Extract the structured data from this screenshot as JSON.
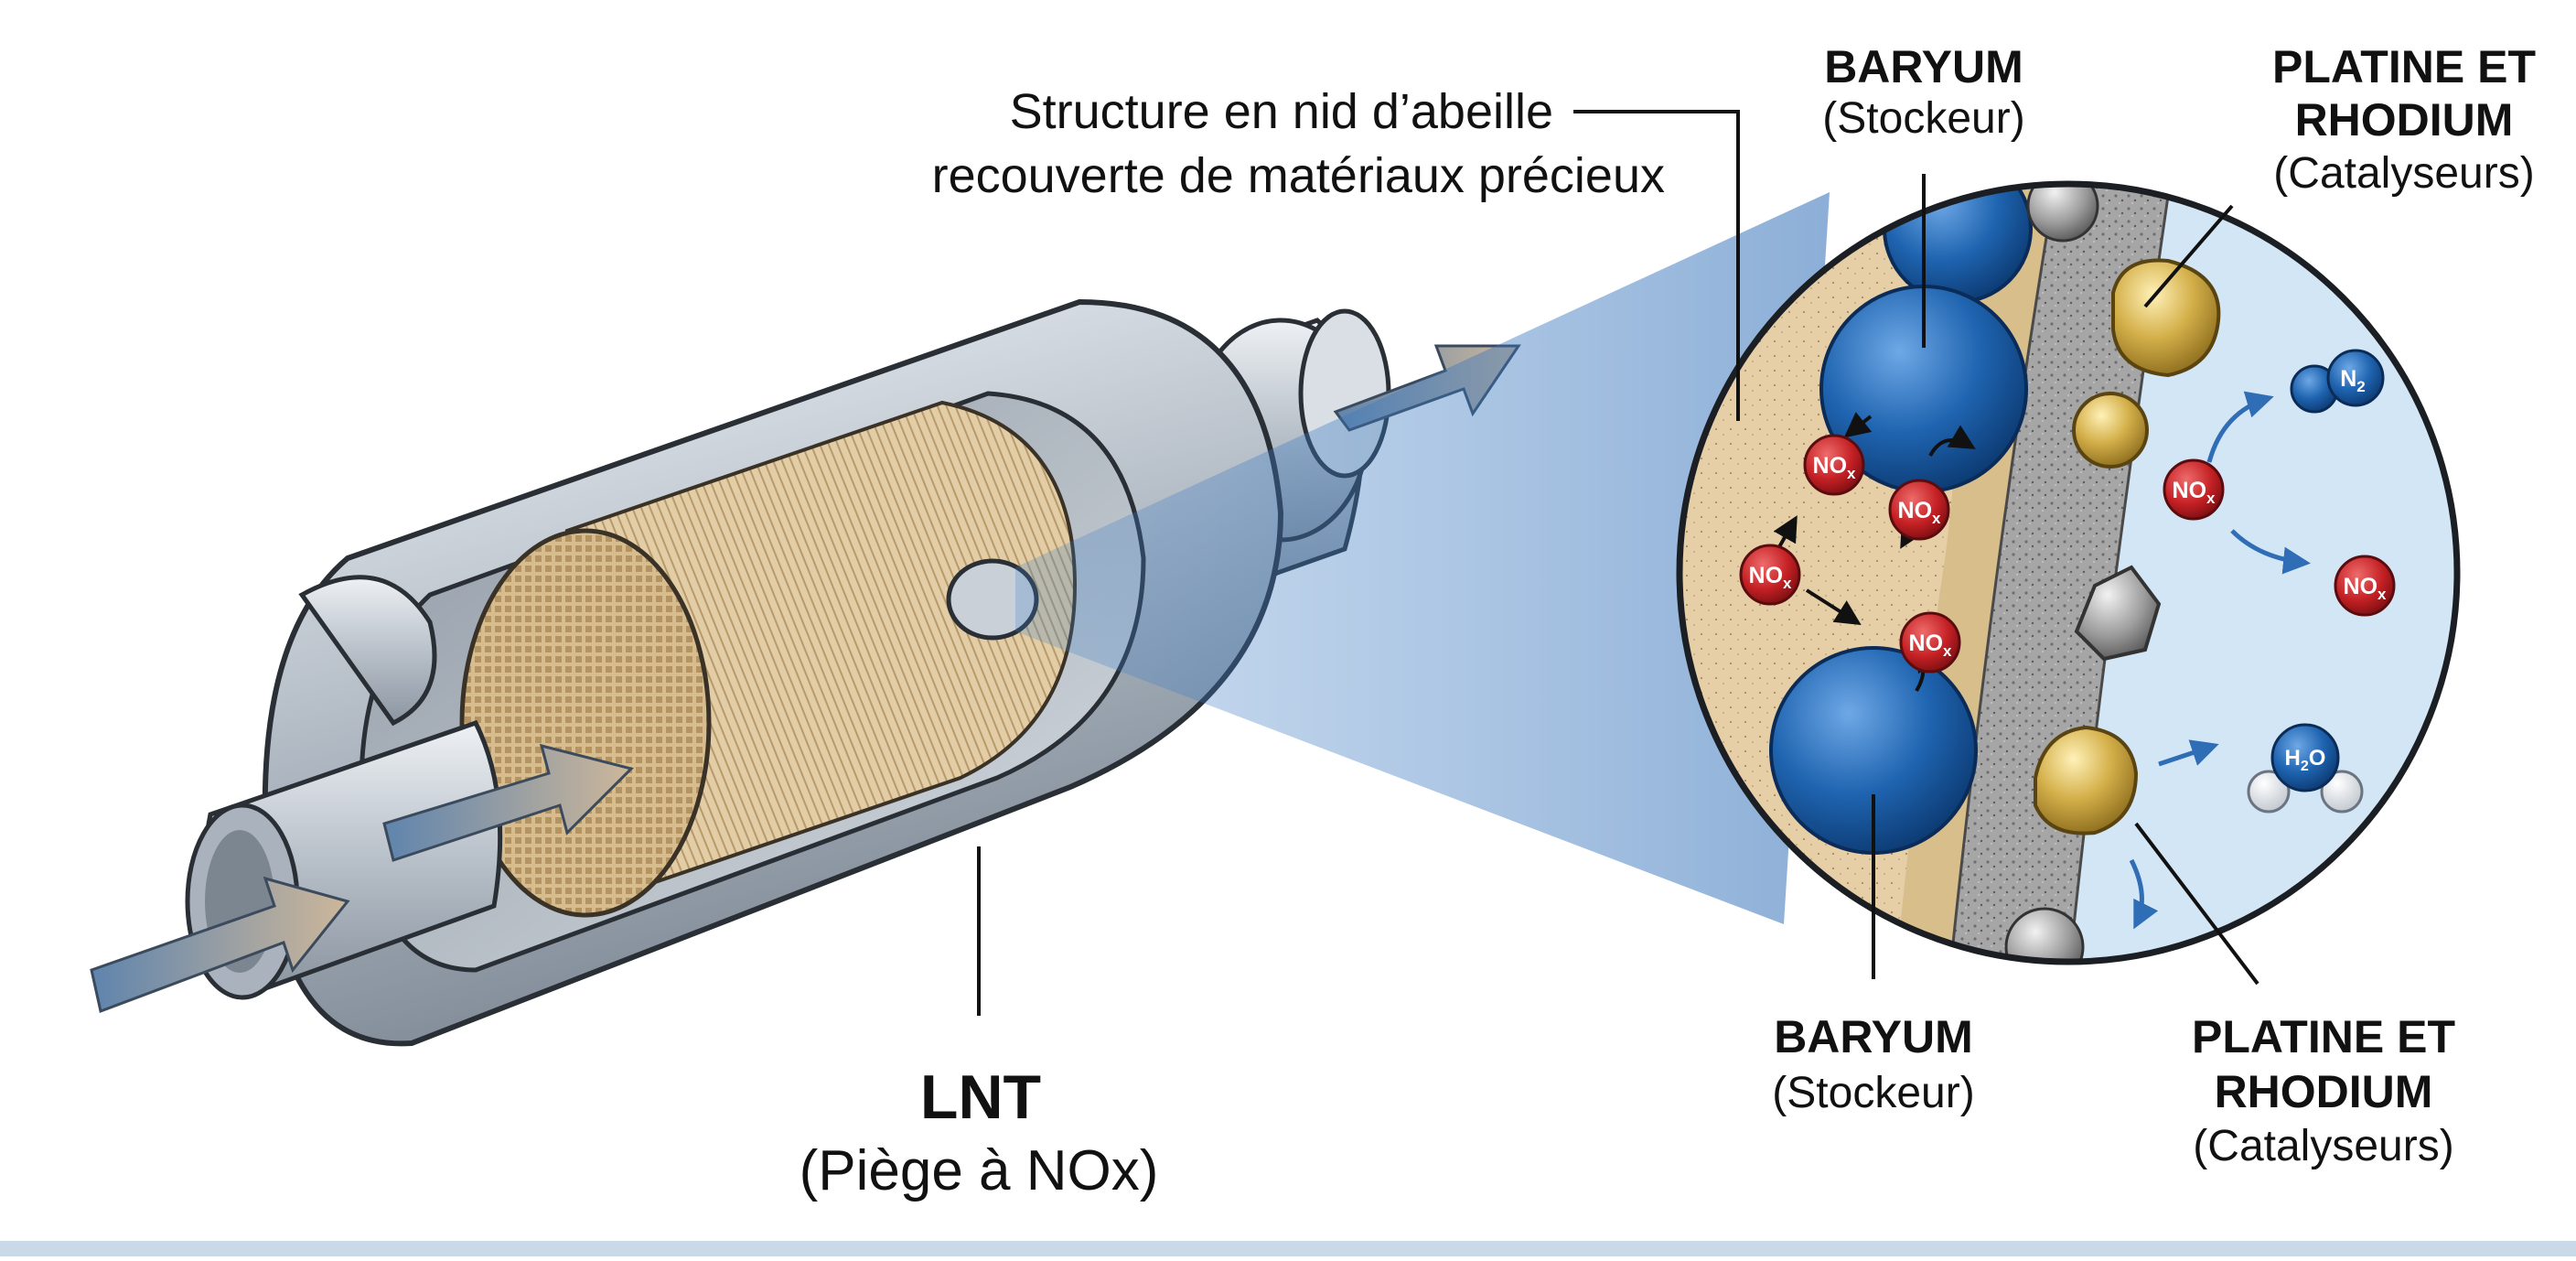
{
  "honeycomb_label": {
    "line1": "Structure en nid d’abeille",
    "line2": "recouverte de matériaux précieux"
  },
  "device_label": {
    "name": "LNT",
    "desc": "(Piège à NOx)"
  },
  "barium_top": {
    "name": "BARYUM",
    "role": "(Stockeur)"
  },
  "catalyst_top": {
    "line1": "PLATINE ET",
    "line2": "RHODIUM",
    "role": "(Catalyseurs)"
  },
  "barium_bottom": {
    "name": "BARYUM",
    "role": "(Stockeur)"
  },
  "catalyst_bottom": {
    "line1": "PLATINE ET",
    "line2": "RHODIUM",
    "role": "(Catalyseurs)"
  },
  "molecules": {
    "nox_main": "NO",
    "nox_sub": "x",
    "n2_main": "N",
    "n2_sub": "2",
    "h2o_main": "H",
    "h2o_sub": "2",
    "h2o_end": "O"
  },
  "colors": {
    "background": "#ffffff",
    "barium": "#1f64b0",
    "nox": "#c42024",
    "platinum_rhodium": "#d4b04a",
    "zoom_beam": "#9cbde2",
    "substrate": "#e6cfa6",
    "washcoat": "#9a9a9a",
    "gas_zone": "#d2e6f6"
  },
  "icons": [
    "flow-arrow-icon",
    "zoom-beam",
    "nox-molecule-icon",
    "n2-molecule-icon",
    "h2o-molecule-icon"
  ]
}
